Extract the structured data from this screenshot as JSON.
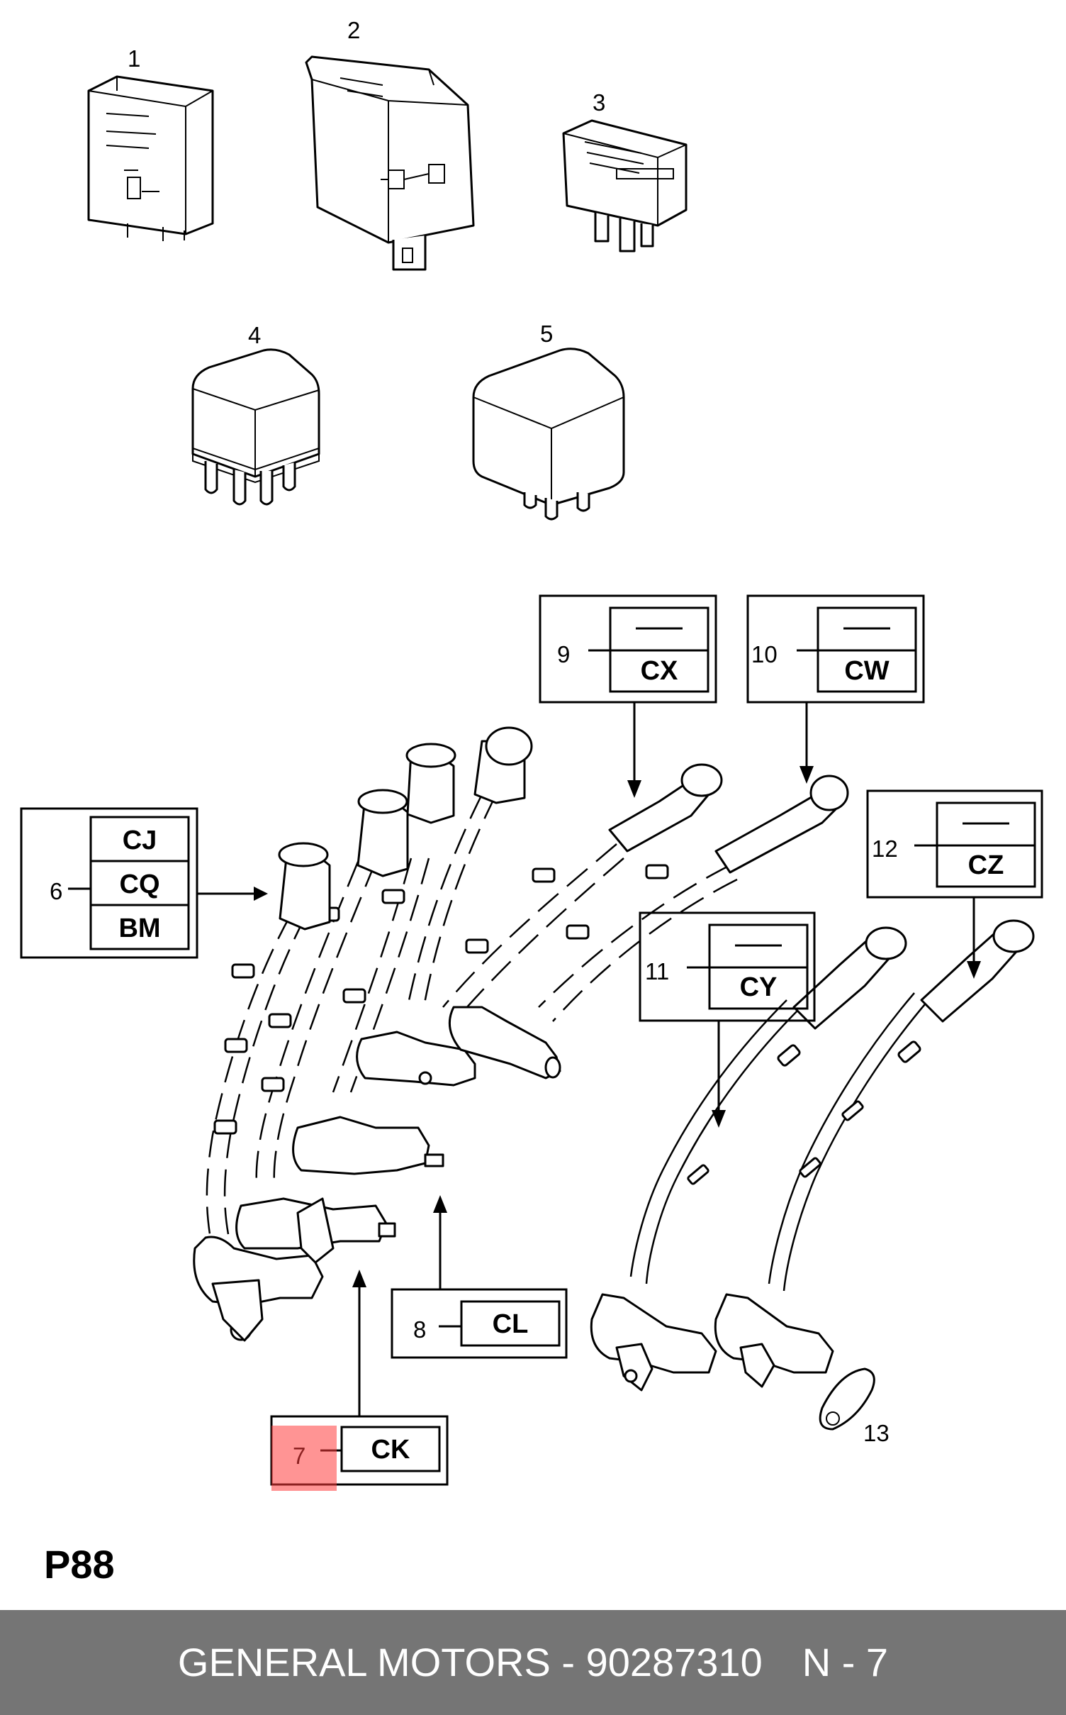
{
  "labels": {
    "n1": "1",
    "n2": "2",
    "n3": "3",
    "n4": "4",
    "n5": "5",
    "n6": "6",
    "n7": "7",
    "n8": "8",
    "n9": "9",
    "n10": "10",
    "n11": "11",
    "n12": "12",
    "n13": "13"
  },
  "callouts": {
    "c6": [
      "CJ",
      "CQ",
      "BM"
    ],
    "c7": "CK",
    "c8": "CL",
    "c9": {
      "top": "—",
      "bottom": "CX"
    },
    "c10": {
      "top": "—",
      "bottom": "CW"
    },
    "c11": {
      "top": "—",
      "bottom": "CY"
    },
    "c12": {
      "top": "—",
      "bottom": "CZ"
    }
  },
  "page_ref": "P88",
  "footer": {
    "brand": "GENERAL MOTORS",
    "separator": " - ",
    "part_number": "90287310",
    "page": "N - 7"
  },
  "colors": {
    "footer_bg": "#757575",
    "highlight": "#ff3c3c"
  }
}
